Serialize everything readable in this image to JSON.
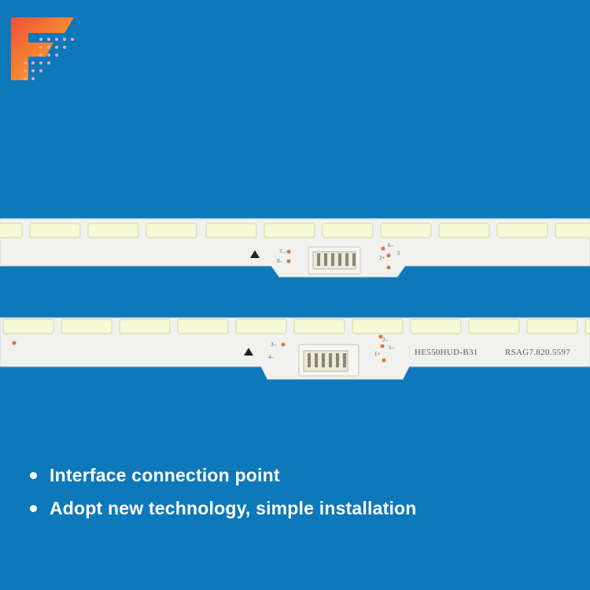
{
  "image": {
    "background_color": "#0d78ba",
    "logo": {
      "icon": "brand-logo-f-icon",
      "colors": [
        "#f04e3e",
        "#f7a52b",
        "#f7d24a"
      ]
    },
    "strips": [
      {
        "name": "led-strip-top",
        "color": "#f2f2f0",
        "led_color": "#f4f8d2",
        "connector_pins": 6
      },
      {
        "name": "led-strip-bottom",
        "color": "#f2f2f0",
        "led_color": "#f4f8d2",
        "connector_pins": 6,
        "part_number": "HE550HUD-B31",
        "serial": "RSAG7.820.5597"
      }
    ],
    "bullets": [
      "Interface connection point",
      "Adopt new technology, simple installation"
    ]
  }
}
